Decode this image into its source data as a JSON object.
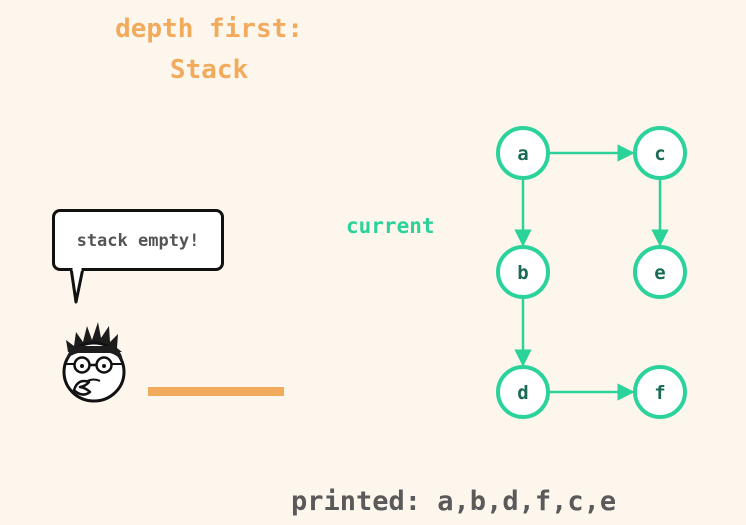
{
  "title": {
    "line1": "depth first:",
    "line2": "Stack"
  },
  "speech_bubble": {
    "text": "stack empty!"
  },
  "current_label": "current",
  "printed": {
    "text": "printed: a,b,d,f,c,e"
  },
  "graph": {
    "nodes": [
      "a",
      "c",
      "b",
      "e",
      "d",
      "f"
    ],
    "edges": [
      [
        "a",
        "c"
      ],
      [
        "a",
        "b"
      ],
      [
        "c",
        "e"
      ],
      [
        "b",
        "d"
      ],
      [
        "d",
        "f"
      ]
    ]
  },
  "colors": {
    "background": "#fdf6ec",
    "accent_orange": "#f2aa5c",
    "node_green": "#2bd39a",
    "node_label": "#1a6b55",
    "text_gray": "#5a5a5a"
  },
  "icons": {
    "avatar": "thinking-person-avatar-icon"
  }
}
